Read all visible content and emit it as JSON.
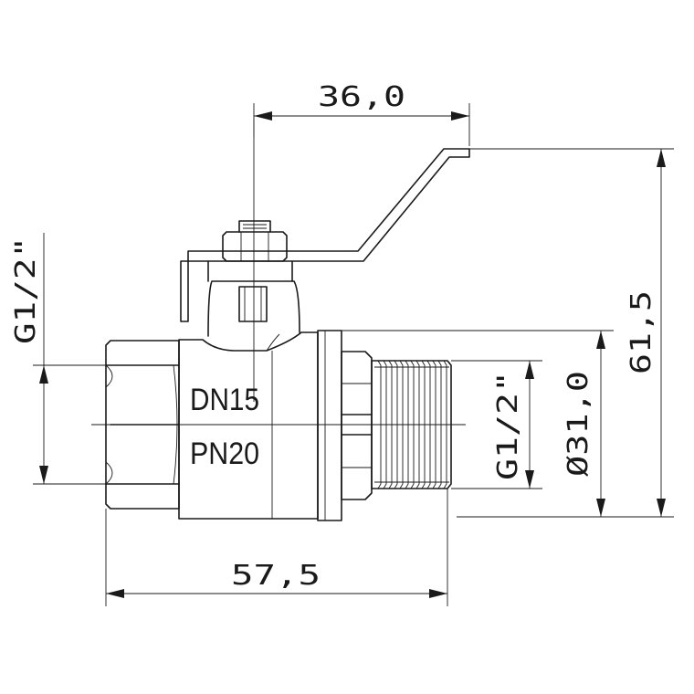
{
  "dimensions": {
    "handle_reach": "36,0",
    "total_height": "61,5",
    "body_diameter": "Ø31,0",
    "thread_female": "G1/2\"",
    "thread_male": "G1/2\"",
    "total_length": "57,5"
  },
  "body_marking": {
    "nominal_diameter": "DN15",
    "nominal_pressure": "PN20"
  }
}
